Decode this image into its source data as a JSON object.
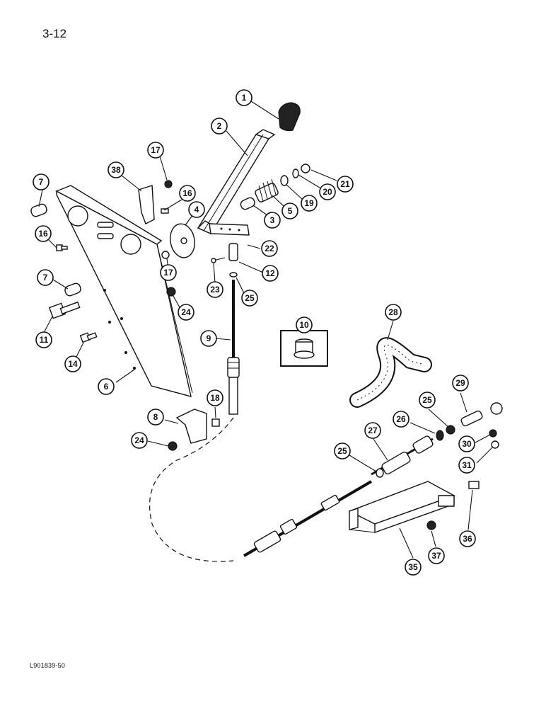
{
  "page_number": "3-12",
  "figure_id": "L901839-50",
  "callouts": [
    "1",
    "2",
    "17",
    "38",
    "16",
    "4",
    "21",
    "20",
    "19",
    "5",
    "3",
    "22",
    "7",
    "16",
    "17",
    "12",
    "23",
    "25",
    "7",
    "24",
    "11",
    "14",
    "9",
    "10",
    "28",
    "6",
    "18",
    "8",
    "24",
    "25",
    "26",
    "29",
    "27",
    "30",
    "25",
    "31",
    "36",
    "37",
    "35"
  ]
}
